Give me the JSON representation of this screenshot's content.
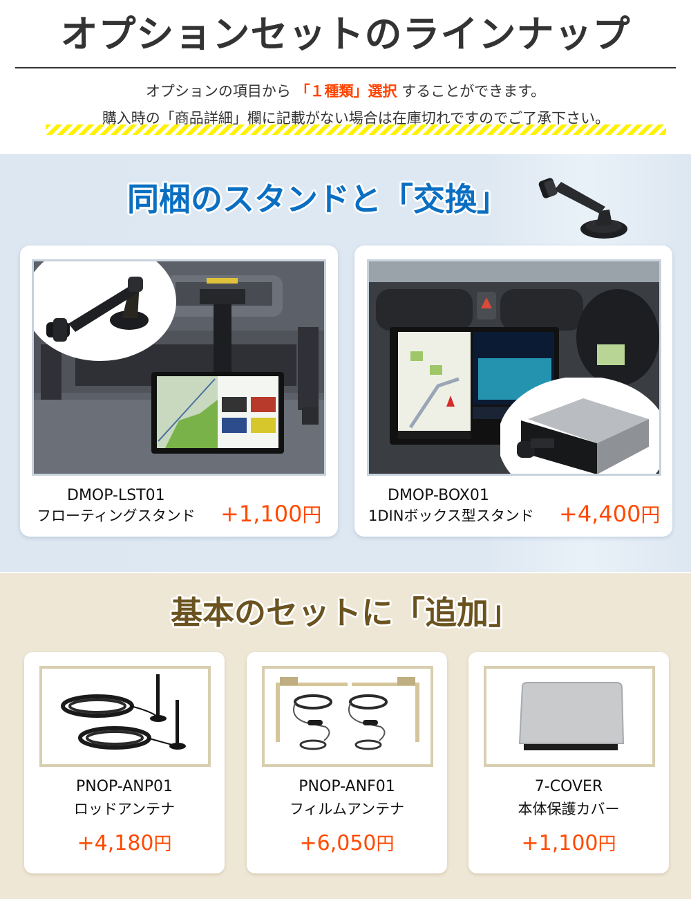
{
  "header": {
    "title": "オプションセットのラインナップ",
    "line1": {
      "before": "オプションの項目から",
      "accent": "「１種類」選択",
      "after": "することができます。"
    },
    "line2": "購入時の「商品詳細」欄に記載がない場合は在庫切れですのでご了承下さい。"
  },
  "colors": {
    "accent_orange": "#ff4a00",
    "blue_title": "#0a6fc2",
    "brown_title": "#6b5320",
    "blue_section_bg": "#dee8f2",
    "beige_section_bg": "#efe7d6",
    "stripe_yellow": "#fff200"
  },
  "exchange_section": {
    "title": "同梱のスタンドと「交換」",
    "title_icon": "suction-stand-icon",
    "items": [
      {
        "code": "DMOP-LST01",
        "name": "フローティングスタンド",
        "price_prefix": "+",
        "price": "1,100",
        "currency": "円",
        "image": "floating-stand-in-truck-dashboard"
      },
      {
        "code": "DMOP-BOX01",
        "name": "1DINボックス型スタンド",
        "price_prefix": "+",
        "price": "4,400",
        "currency": "円",
        "image": "1din-box-stand-in-car-dashboard"
      }
    ]
  },
  "addon_section": {
    "title": "基本のセットに「追加」",
    "items": [
      {
        "code": "PNOP-ANP01",
        "name": "ロッドアンテナ",
        "price_prefix": "+",
        "price": "4,180",
        "currency": "円",
        "image": "rod-antenna-pair"
      },
      {
        "code": "PNOP-ANF01",
        "name": "フィルムアンテナ",
        "price_prefix": "+",
        "price": "6,050",
        "currency": "円",
        "image": "film-antenna-pair"
      },
      {
        "code": "7-COVER",
        "name": "本体保護カバー",
        "price_prefix": "+",
        "price": "1,100",
        "currency": "円",
        "image": "protective-cover"
      }
    ]
  }
}
